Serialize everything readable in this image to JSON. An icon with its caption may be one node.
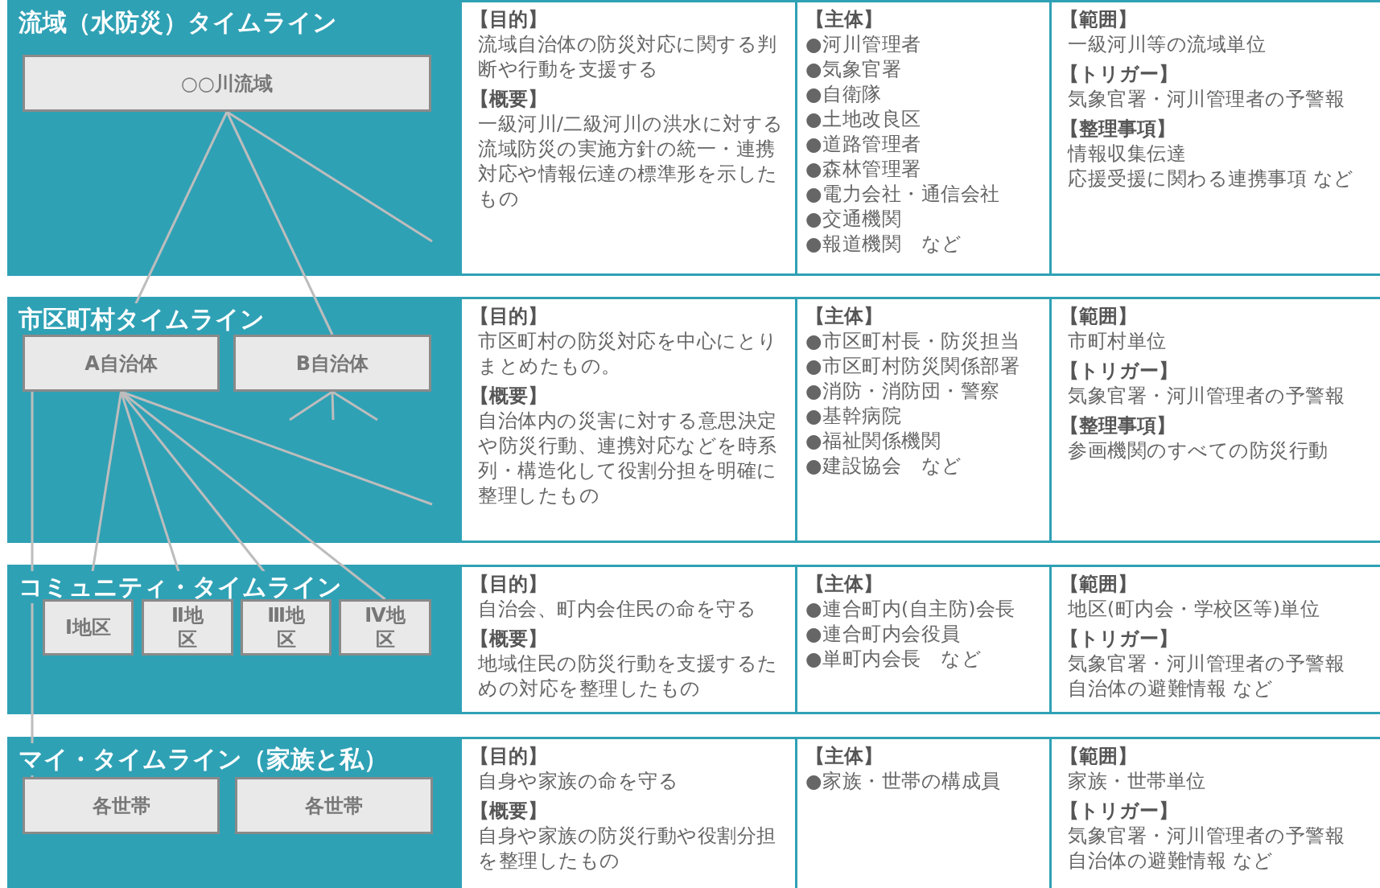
{
  "diagram": {
    "nodes": [
      {
        "text": [
          "流域（水防災）タイムライン"
        ]
      },
      {
        "text": [
          "○○川流域"
        ],
        "in": 0
      },
      {
        "text": [
          "【目的】",
          "流域自治体の防災対応に関する判断や行動を支援する",
          "【概要】",
          "一級河川/二級河川の洪水に対する流域防災の実施方針の統一・連携対応や情報伝達の標準形を示したもの"
        ]
      },
      {
        "text": [
          "【主体】",
          "●河川管理者",
          "●気象官署",
          "●自衛隊",
          "●土地改良区",
          "●道路管理者",
          "●森林管理署",
          "●電力会社・通信会社",
          "●交通機関",
          "●報道機関　など"
        ]
      },
      {
        "text": [
          "【範囲】",
          "一級河川等の流域単位",
          "【トリガー】",
          "気象官署・河川管理者の予警報",
          "【整理事項】",
          "情報収集伝達",
          "応援受援に関わる連携事項 など"
        ]
      },
      {
        "text": [
          "市区町村タイムライン"
        ]
      },
      {
        "text": [
          "A自治体"
        ],
        "in": 5
      },
      {
        "text": [
          "B自治体"
        ],
        "in": 5
      },
      {
        "text": [
          "【目的】",
          "市区町村の防災対応を中心にとりまとめたもの。",
          "【概要】",
          "自治体内の災害に対する意思決定や防災行動、連携対応などを時系列・構造化して役割分担を明確に整理したもの"
        ]
      },
      {
        "text": [
          "【主体】",
          "●市区町村長・防災担当",
          "●市区町村防災関係部署",
          "●消防・消防団・警察",
          "●基幹病院",
          "●福祉関係機関",
          "●建設協会　など"
        ]
      },
      {
        "text": [
          "【範囲】",
          "市町村単位",
          "【トリガー】",
          "気象官署・河川管理者の予警報",
          "【整理事項】",
          "参画機関のすべての防災行動"
        ]
      },
      {
        "text": [
          "コミュニティ・タイムライン"
        ]
      },
      {
        "text": [
          "Ⅰ地区"
        ],
        "in": 11
      },
      {
        "text": [
          "Ⅱ地区"
        ],
        "in": 11
      },
      {
        "text": [
          "Ⅲ地区"
        ],
        "in": 11
      },
      {
        "text": [
          "Ⅳ地区"
        ],
        "in": 11
      },
      {
        "text": [
          "【目的】",
          "自治会、町内会住民の命を守る",
          "【概要】",
          "地域住民の防災行動を支援するための対応を整理したもの"
        ]
      },
      {
        "text": [
          "【主体】",
          "●連合町内(自主防)会長",
          "●連合町内会役員",
          "●単町内会長　など"
        ]
      },
      {
        "text": [
          "【範囲】",
          "地区(町内会・学校区等)単位",
          "【トリガー】",
          "気象官署・河川管理者の予警報",
          "自治体の避難情報 など"
        ]
      },
      {
        "text": [
          "マイ・タイムライン（家族と私）"
        ]
      },
      {
        "text": [
          "各世帯"
        ],
        "in": 19
      },
      {
        "text": [
          "各世帯"
        ],
        "in": 19
      },
      {
        "text": [
          "【目的】",
          "自身や家族の命を守る",
          "【概要】",
          "自身や家族の防災行動や役割分担を整理したもの"
        ]
      },
      {
        "text": [
          "【主体】",
          "●家族・世帯の構成員"
        ]
      },
      {
        "text": [
          "【範囲】",
          "家族・世帯単位",
          "【トリガー】",
          "気象官署・河川管理者の予警報",
          "自治体の避難情報 など"
        ]
      }
    ],
    "edges": [
      {
        "from": 1,
        "to": 6,
        "arrow": "none"
      },
      {
        "from": 1,
        "to": 7,
        "arrow": "none"
      },
      {
        "from": 1,
        "to": null,
        "arrow": "none"
      },
      {
        "from": 6,
        "to": 12,
        "arrow": "none"
      },
      {
        "from": 6,
        "to": 13,
        "arrow": "none"
      },
      {
        "from": 6,
        "to": 14,
        "arrow": "none"
      },
      {
        "from": 6,
        "to": 15,
        "arrow": "none"
      },
      {
        "from": 6,
        "to": null,
        "arrow": "none"
      },
      {
        "from": 6,
        "to": 20,
        "arrow": "none"
      },
      {
        "from": 7,
        "to": null,
        "arrow": "none"
      },
      {
        "from": 7,
        "to": null,
        "arrow": "none"
      },
      {
        "from": 7,
        "to": null,
        "arrow": "none"
      }
    ]
  }
}
